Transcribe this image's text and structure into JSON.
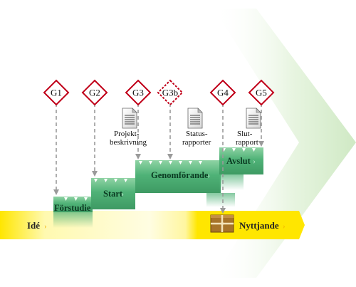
{
  "colors": {
    "gate_border": "#c00018",
    "gate_fill": "#ffffff",
    "stage_fill": "#4fb277",
    "stage_dark": "#2e8550",
    "band_yellow": "#ffe600",
    "band_light": "#fffcc8",
    "chevron": "#dff0d6",
    "arrow_line": "#9a9a9a"
  },
  "gates": [
    {
      "label": "G1"
    },
    {
      "label": "G2"
    },
    {
      "label": "G3"
    },
    {
      "label": "G3b",
      "dashed": true
    },
    {
      "label": "G4"
    },
    {
      "label": "G5"
    }
  ],
  "documents": [
    {
      "icon": "document-icon",
      "lines": [
        "Projekt-",
        "beskrivning"
      ]
    },
    {
      "icon": "document-icon",
      "lines": [
        "Status-",
        "rapporter"
      ]
    },
    {
      "icon": "document-icon",
      "lines": [
        "Slut-",
        "rapport"
      ]
    }
  ],
  "stages": [
    {
      "label": "Förstudie"
    },
    {
      "label": "Start"
    },
    {
      "label": "Genomförande"
    },
    {
      "label": "Avslut"
    }
  ],
  "band": {
    "left_label": "Idé",
    "right_label": "Nyttjande",
    "box_icon": "package-icon"
  }
}
